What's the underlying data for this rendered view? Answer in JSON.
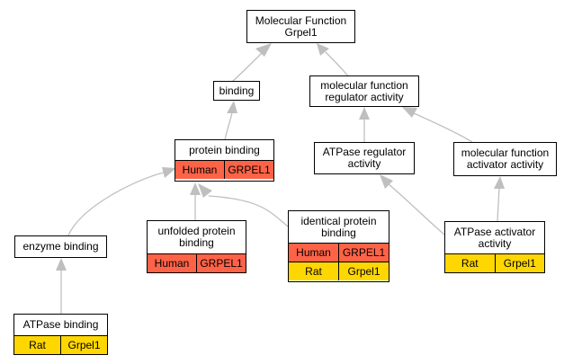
{
  "colors": {
    "human": "#ff6347",
    "rat": "#ffd700",
    "edge": "#bfbfbf",
    "border": "#000000"
  },
  "nodes": {
    "root": {
      "line1": "Molecular Function",
      "line2": "Grpel1"
    },
    "binding": {
      "line1": "binding"
    },
    "mf_regulator": {
      "line1": "molecular function",
      "line2": "regulator activity"
    },
    "protein_binding": {
      "line1": "protein binding",
      "rows": [
        {
          "species": "Human",
          "gene": "GRPEL1"
        }
      ]
    },
    "atpase_regulator": {
      "line1": "ATPase regulator",
      "line2": "activity"
    },
    "mf_activator": {
      "line1": "molecular function",
      "line2": "activator activity"
    },
    "enzyme_binding": {
      "line1": "enzyme binding"
    },
    "unfolded_protein_binding": {
      "line1": "unfolded protein",
      "line2": "binding",
      "rows": [
        {
          "species": "Human",
          "gene": "GRPEL1"
        }
      ]
    },
    "identical_protein_binding": {
      "line1": "identical protein",
      "line2": "binding",
      "rows": [
        {
          "species": "Human",
          "gene": "GRPEL1"
        },
        {
          "species": "Rat",
          "gene": "Grpel1"
        }
      ]
    },
    "atpase_activator": {
      "line1": "ATPase activator",
      "line2": "activity",
      "rows": [
        {
          "species": "Rat",
          "gene": "Grpel1"
        }
      ]
    },
    "atpase_binding": {
      "line1": "ATPase binding",
      "rows": [
        {
          "species": "Rat",
          "gene": "Grpel1"
        }
      ]
    }
  }
}
